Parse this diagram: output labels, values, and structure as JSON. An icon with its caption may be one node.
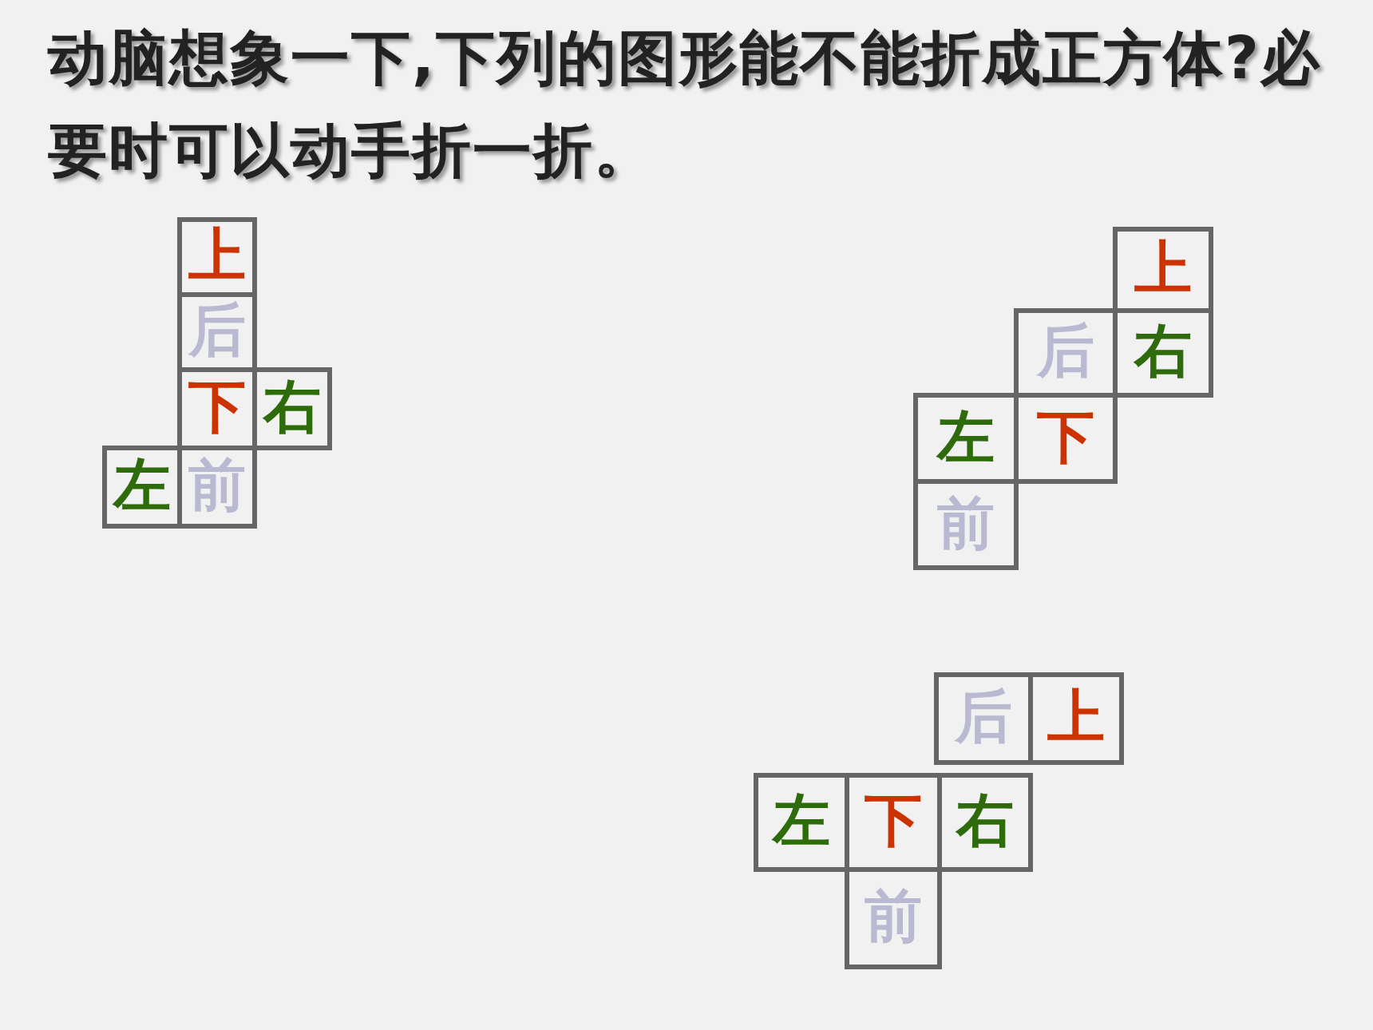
{
  "diagram": {
    "title": "动脑想象一下,下列的图形能不能折成正方体?必要时可以动手折一折。",
    "nodes": [
      {
        "text": [
          "上"
        ]
      },
      {
        "text": [
          "后"
        ]
      },
      {
        "text": [
          "下"
        ]
      },
      {
        "text": [
          "右"
        ]
      },
      {
        "text": [
          "左"
        ]
      },
      {
        "text": [
          "前"
        ]
      },
      {
        "text": [
          "上"
        ]
      },
      {
        "text": [
          "后"
        ]
      },
      {
        "text": [
          "右"
        ]
      },
      {
        "text": [
          "左"
        ]
      },
      {
        "text": [
          "下"
        ]
      },
      {
        "text": [
          "前"
        ]
      },
      {
        "text": [
          "后"
        ]
      },
      {
        "text": [
          "上"
        ]
      },
      {
        "text": [
          "左"
        ]
      },
      {
        "text": [
          "下"
        ]
      },
      {
        "text": [
          "右"
        ]
      },
      {
        "text": [
          "前"
        ]
      }
    ],
    "edges": []
  }
}
